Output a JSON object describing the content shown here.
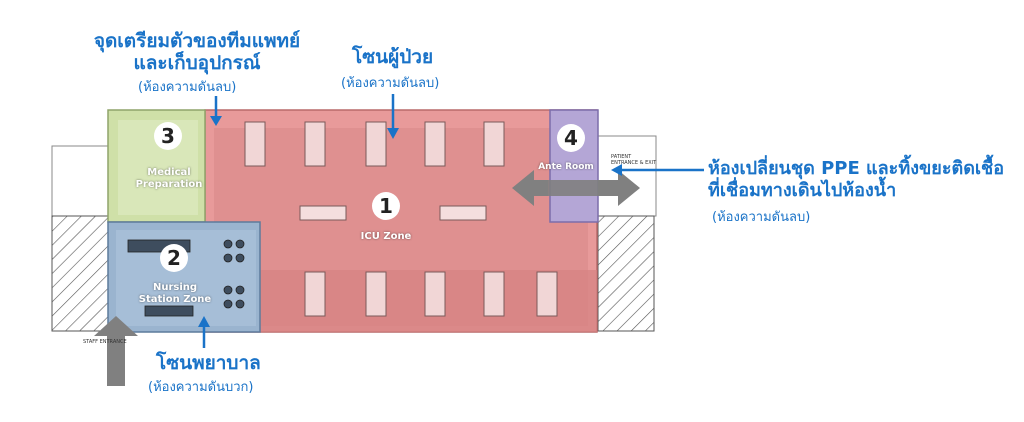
{
  "callouts": {
    "medical": {
      "title_line1": "จุดเตรียมตัวของทีมแพทย์",
      "title_line2": "และเก็บอุปกรณ์",
      "sub": "(ห้องความดันลบ)"
    },
    "patient": {
      "title": "โซนผู้ป่วย",
      "sub": "(ห้องความดันลบ)"
    },
    "ante": {
      "title_line1": "ห้องเปลี่ยนชุด PPE และทิ้งขยะติดเชื้อ",
      "title_line2": "ที่เชื่อมทางเดินไปห้องน้ำ",
      "sub": "(ห้องความดันลบ)"
    },
    "nursing": {
      "title": "โซนพยาบาล",
      "sub": "(ห้องความดันบวก)"
    }
  },
  "zones": {
    "icu": {
      "number": "1",
      "label": "ICU Zone"
    },
    "nursing": {
      "number": "2",
      "label_line1": "Nursing",
      "label_line2": "Station Zone"
    },
    "medical": {
      "number": "3",
      "label_line1": "Medical",
      "label_line2": "Preparation"
    },
    "ante": {
      "number": "4",
      "label": "Ante Room"
    }
  },
  "entrances": {
    "staff": "STAFF ENTRANCE",
    "patient_line1": "PATIENT",
    "patient_line2": "ENTRANCE & EXIT"
  },
  "colors": {
    "accent": "#1a73c8",
    "icu": "#e89a9a",
    "nursing": "#9ab4cf",
    "medical": "#cfe0a8",
    "ante": "#b4a6d6",
    "arrow_gray": "#808080"
  }
}
